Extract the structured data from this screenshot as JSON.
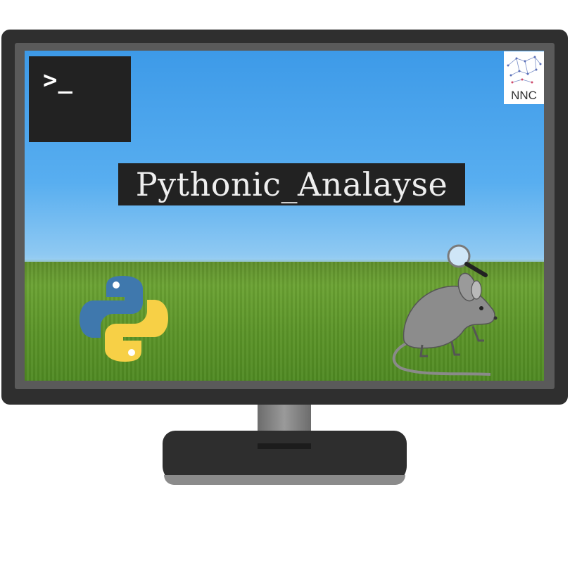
{
  "terminal": {
    "prompt": ">_",
    "icon": "terminal-icon"
  },
  "logo": {
    "text": "NNC",
    "icon": "network-constellation-logo"
  },
  "title": "Pythonic_Analayse",
  "icons": {
    "python": "python-logo",
    "rat": "rat-with-magnifying-glass-icon"
  },
  "colors": {
    "bezel": "#2f2f2f",
    "sky_top": "#3d9ae8",
    "grass": "#5f8f2c",
    "title_bg": "#222222",
    "python_blue": "#3f78ad",
    "python_yellow": "#f7d046",
    "rat_gray": "#8c8c8c"
  }
}
